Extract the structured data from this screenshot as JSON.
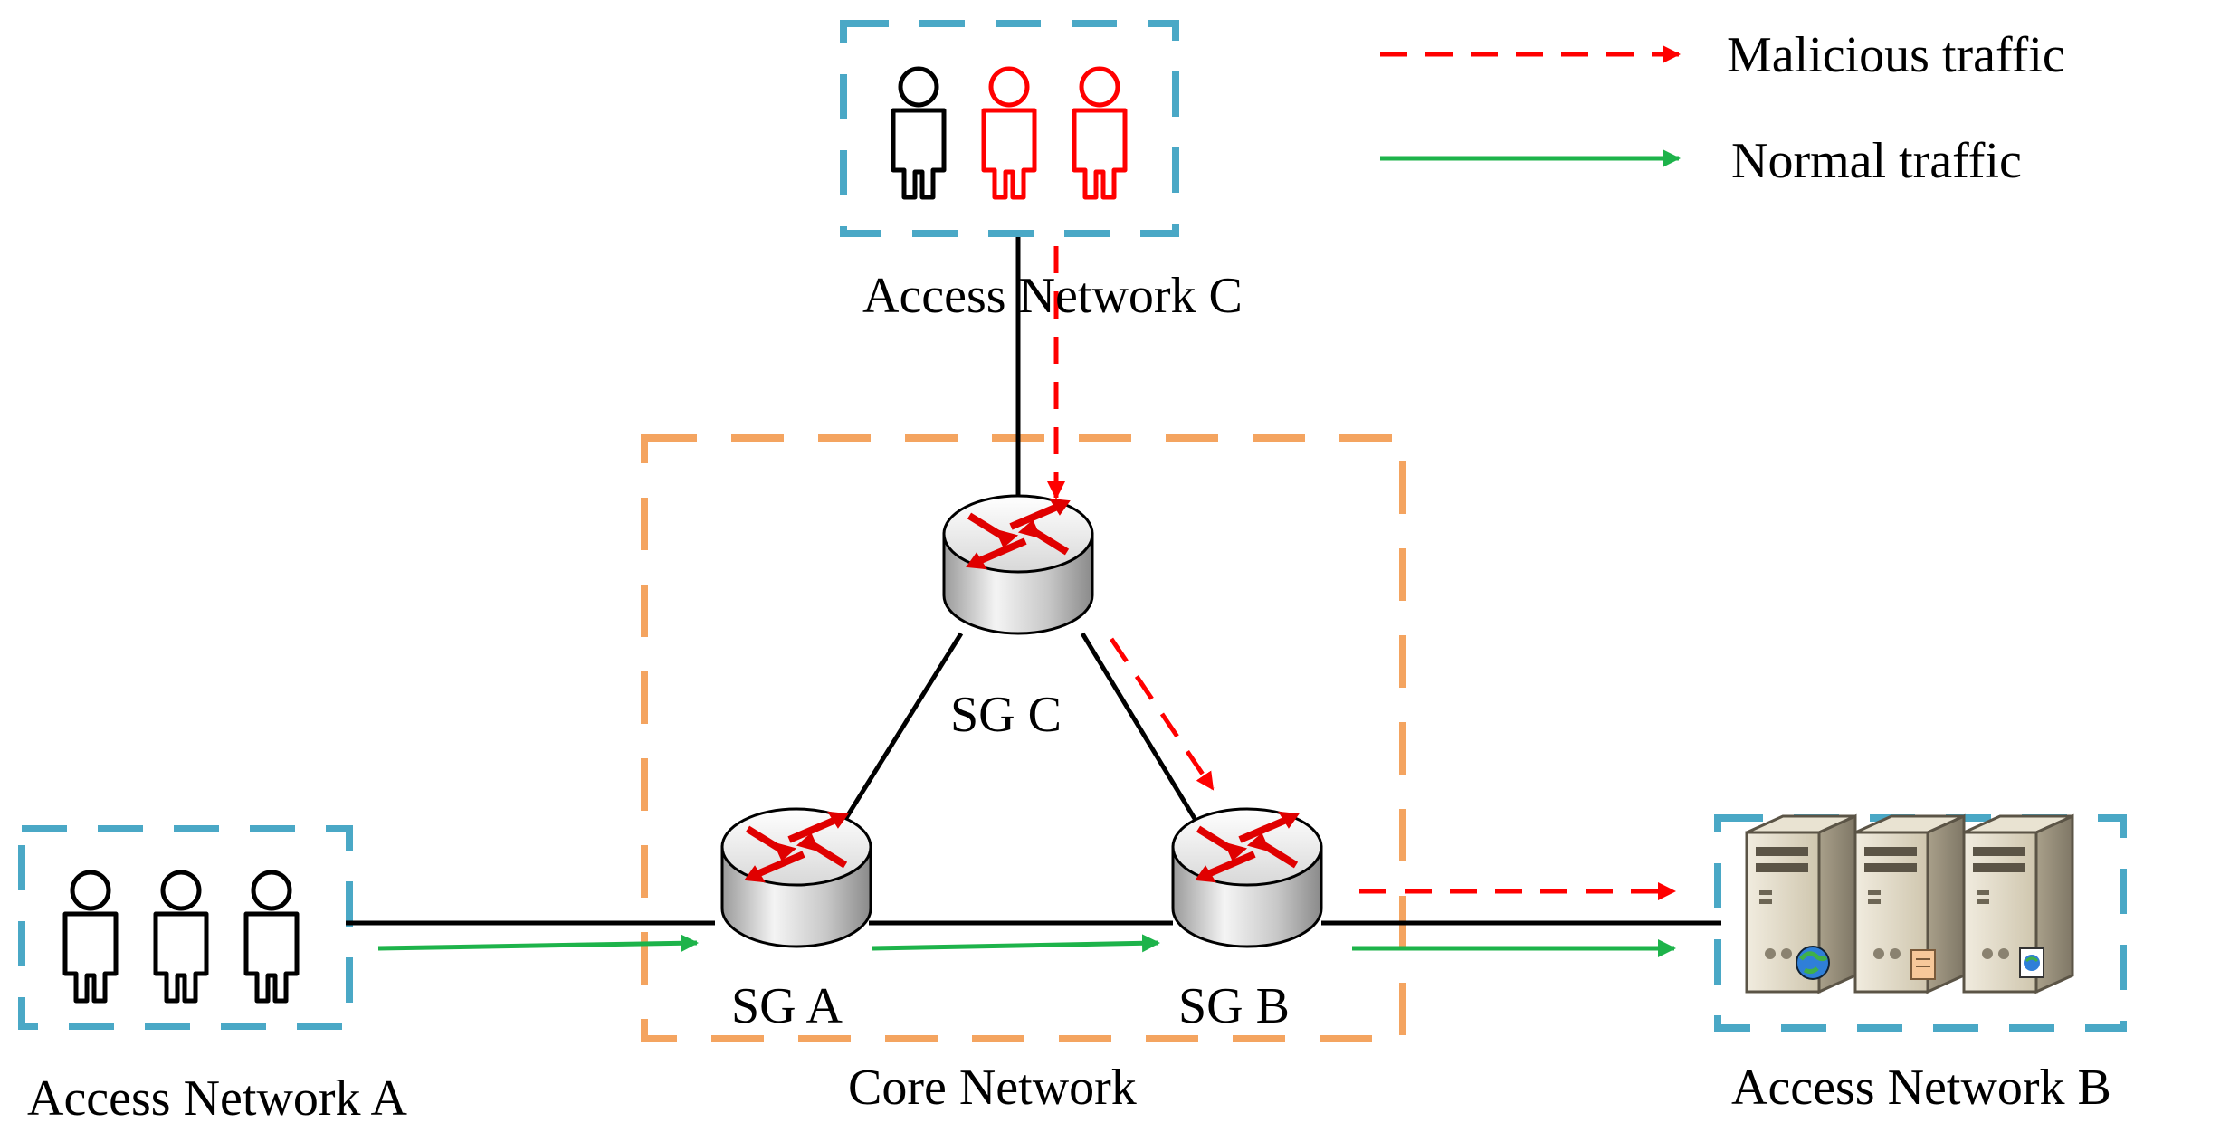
{
  "legend": {
    "malicious_label": "Malicious traffic",
    "normal_label": "Normal traffic"
  },
  "networks": {
    "access_a": "Access Network A",
    "access_b": "Access Network B",
    "access_c": "Access Network C",
    "core": "Core Network"
  },
  "gateways": {
    "sg_a": "SG A",
    "sg_b": "SG B",
    "sg_c": "SG C"
  },
  "colors": {
    "malicious": "#ff0000",
    "normal": "#1db34a",
    "access_box": "#4aa8c6",
    "core_box": "#f4a460",
    "link": "#000000"
  },
  "icons": {
    "user": "user-icon",
    "router": "router-icon",
    "server": "server-icon"
  }
}
